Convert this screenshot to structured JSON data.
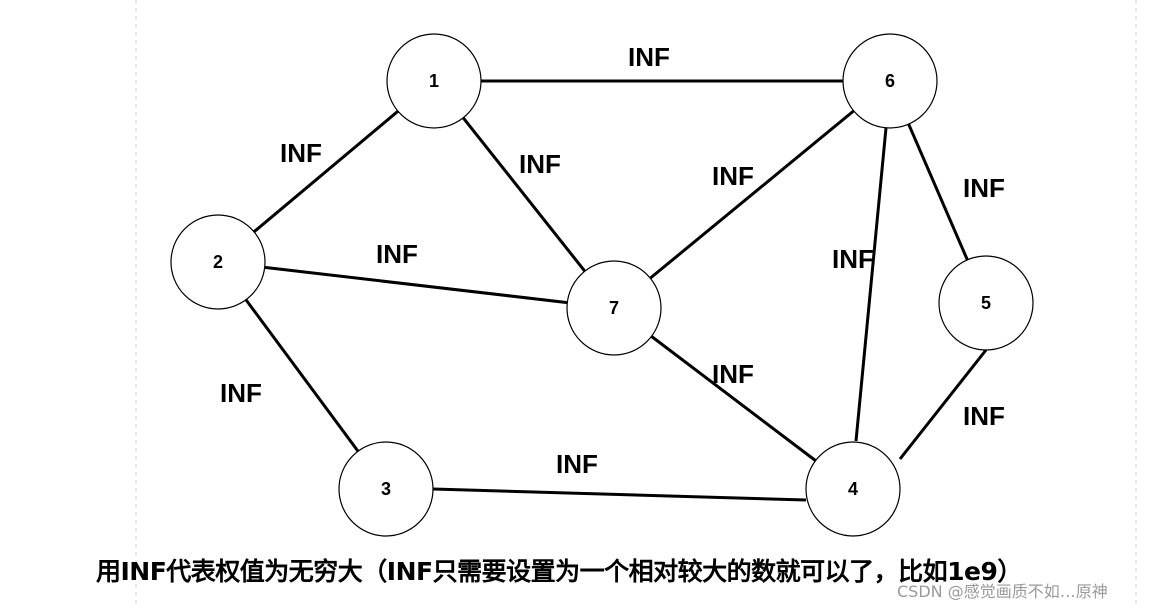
{
  "colors": {
    "background": "#ffffff",
    "stroke": "#000000",
    "guide": "#cccccc",
    "watermark": "#9a9a9a"
  },
  "nodes": [
    {
      "id": "1",
      "label": "1"
    },
    {
      "id": "2",
      "label": "2"
    },
    {
      "id": "3",
      "label": "3"
    },
    {
      "id": "4",
      "label": "4"
    },
    {
      "id": "5",
      "label": "5"
    },
    {
      "id": "6",
      "label": "6"
    },
    {
      "id": "7",
      "label": "7"
    }
  ],
  "edges": [
    {
      "from": "1",
      "to": "6",
      "label": "INF"
    },
    {
      "from": "1",
      "to": "2",
      "label": "INF"
    },
    {
      "from": "1",
      "to": "7",
      "label": "INF"
    },
    {
      "from": "6",
      "to": "7",
      "label": "INF"
    },
    {
      "from": "6",
      "to": "5",
      "label": "INF"
    },
    {
      "from": "2",
      "to": "7",
      "label": "INF"
    },
    {
      "from": "6",
      "to": "4",
      "label": "INF"
    },
    {
      "from": "2",
      "to": "3",
      "label": "INF"
    },
    {
      "from": "7",
      "to": "4",
      "label": "INF"
    },
    {
      "from": "5",
      "to": "4",
      "label": "INF"
    },
    {
      "from": "3",
      "to": "4",
      "label": "INF"
    }
  ],
  "caption": "用INF代表权值为无穷大（INF只需要设置为一个相对较大的数就可以了，比如1e9）",
  "watermark": "CSDN @感觉画质不如…原神"
}
